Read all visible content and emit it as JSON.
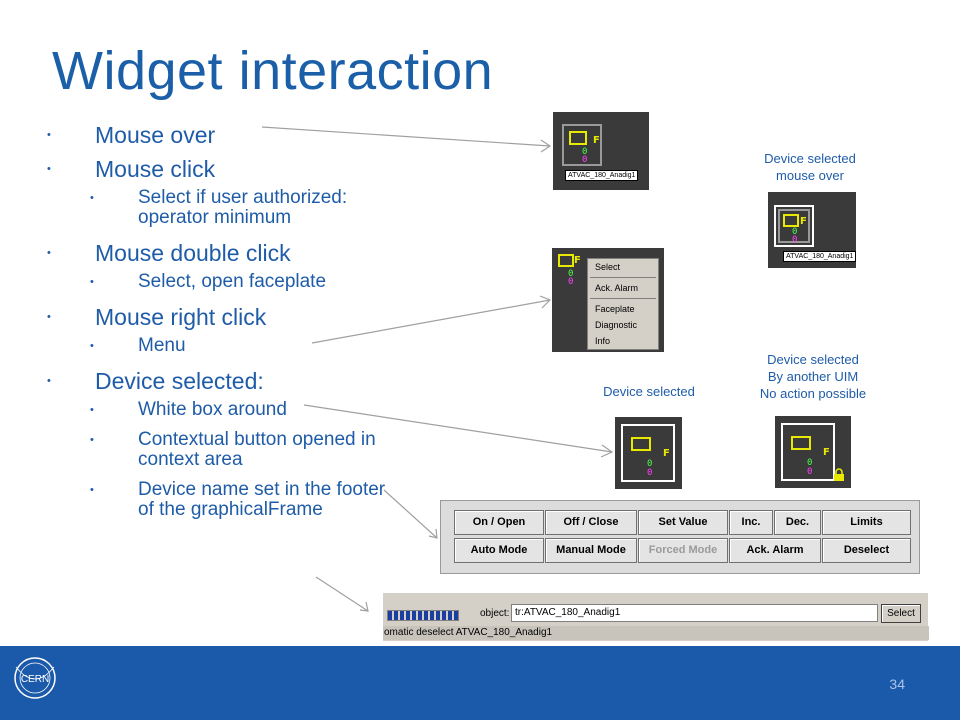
{
  "title": "Widget interaction",
  "bullets": {
    "mouse_over": "Mouse over",
    "mouse_click": "Mouse click",
    "mouse_click_sub": "Select if user authorized: operator minimum",
    "mouse_double_click": "Mouse double click",
    "mouse_double_click_sub": "Select, open faceplate",
    "mouse_right_click": "Mouse right click",
    "mouse_right_click_sub": "Menu",
    "device_selected": "Device selected:",
    "device_selected_sub1": "White box around",
    "device_selected_sub2": "Contextual button opened in context area",
    "device_selected_sub3": "Device name set in the footer of the graphicalFrame"
  },
  "captions": {
    "selected_mouse_over_line1": "Device selected",
    "selected_mouse_over_line2": "mouse over",
    "selected": "Device selected",
    "another_uim_line1": "Device selected",
    "another_uim_line2": "By another UIM",
    "another_uim_line3": "No action possible"
  },
  "widget": {
    "flag": "F",
    "zero": "0",
    "device_name": "ATVAC_180_Anadig1"
  },
  "menu": {
    "items_group1": [
      "Select"
    ],
    "items_group2": [
      "Ack. Alarm"
    ],
    "items_group3": [
      "Faceplate",
      "Diagnostic",
      "Info"
    ]
  },
  "buttons": {
    "row1": [
      "On / Open",
      "Off / Close",
      "Set Value",
      "Inc.",
      "Dec.",
      "Limits"
    ],
    "row2": [
      "Auto Mode",
      "Manual Mode",
      "Forced Mode",
      "Ack. Alarm",
      "Deselect"
    ]
  },
  "footer": {
    "object_label": "object:",
    "object_value": "tr:ATVAC_180_Anadig1",
    "select_button": "Select",
    "status_text": "omatic deselect ATVAC_180_Anadig1"
  },
  "logo_text": "CERN",
  "page_number": "34",
  "colors": {
    "title": "#1a5fa8",
    "bar": "#1b5aaa",
    "widget_bg": "#3a3a3a",
    "symbol_yellow": "#e8e800"
  }
}
